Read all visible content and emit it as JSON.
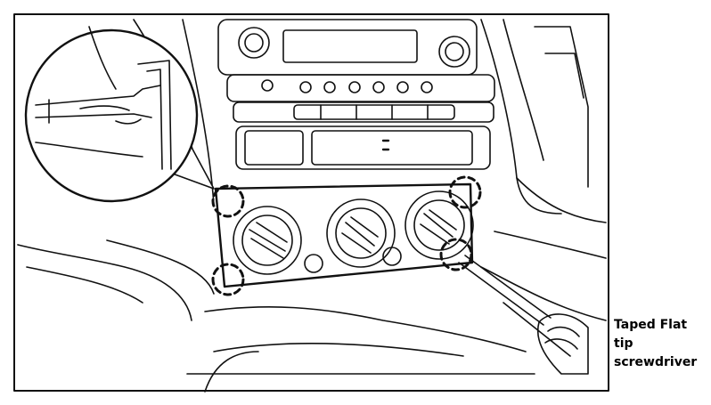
{
  "caption": {
    "lines": [
      "Taped Flat",
      "tip",
      "screwdriver"
    ]
  },
  "colors": {
    "line": "#111111",
    "background": "#ffffff"
  },
  "callouts": {
    "clip_count": 4,
    "style": "dashed-circle"
  },
  "icons": {
    "main": "dashboard-illustration",
    "inset": "clip-detail-magnifier",
    "tool": "screwdriver-icon"
  }
}
